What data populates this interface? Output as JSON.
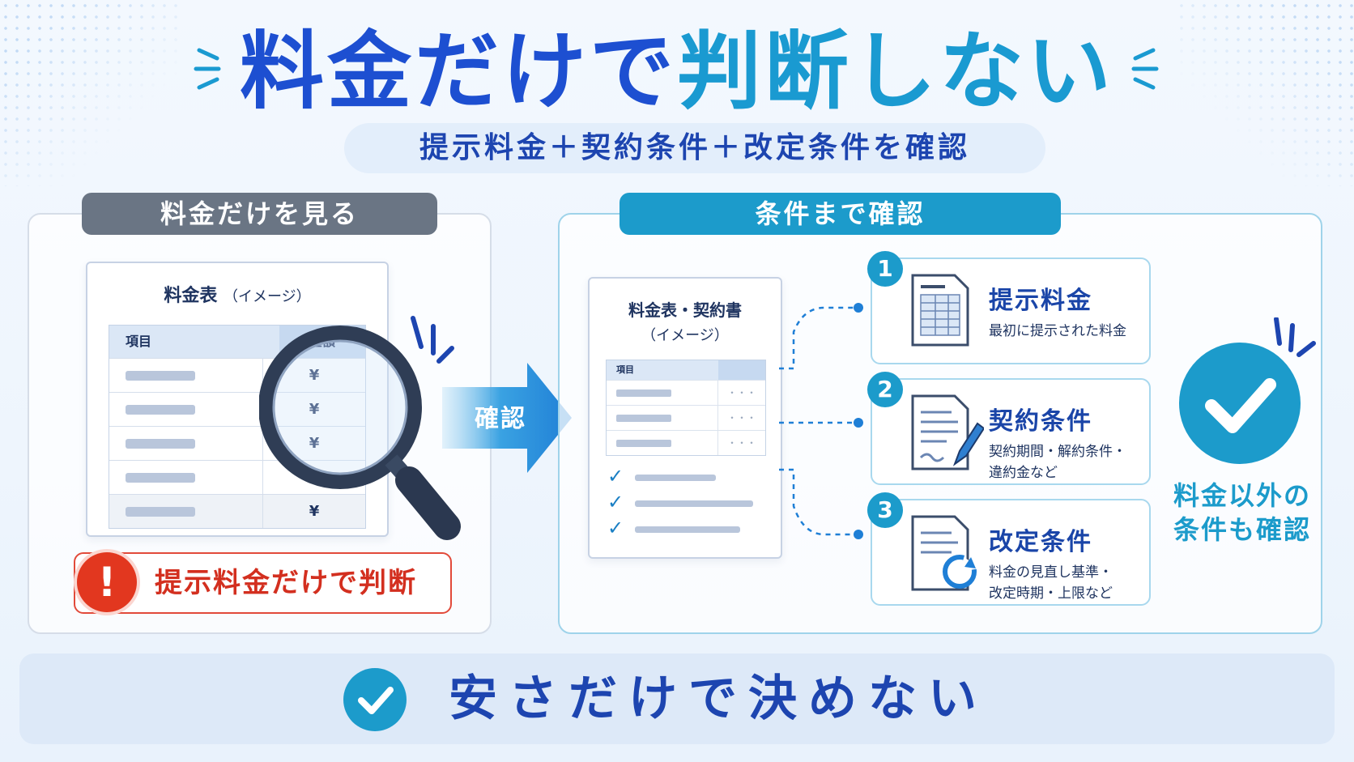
{
  "title": {
    "part1": "料金だけで",
    "part2": "判断しない"
  },
  "subtitle": "提示料金＋契約条件＋改定条件を確認",
  "left_panel": {
    "tag": "料金だけを見る",
    "doc_title": "料金表",
    "doc_title_note": "（イメージ）",
    "col_item": "項目",
    "col_amount": "金額",
    "yen": "¥",
    "warning": "提示料金だけで判断"
  },
  "arrow_label": "確認",
  "right_panel": {
    "tag": "条件まで確認",
    "doc_title": "料金表・契約書",
    "doc_sub": "（イメージ）",
    "col_item": "項目",
    "dots": "・・・",
    "check": "✓",
    "cards": [
      {
        "num": "1",
        "title": "提示料金",
        "desc1": "最初に提示された料金",
        "desc2": ""
      },
      {
        "num": "2",
        "title": "契約条件",
        "desc1": "契約期間・解約条件・",
        "desc2": "違約金など"
      },
      {
        "num": "3",
        "title": "改定条件",
        "desc1": "料金の見直し基準・",
        "desc2": "改定時期・上限など"
      }
    ]
  },
  "side_note": {
    "line1": "料金以外の",
    "line2": "条件も確認"
  },
  "footer": "安さだけで決めない",
  "colors": {
    "navy": "#1d45b0",
    "teal": "#1c9bcb",
    "red": "#e2371f",
    "gray": "#6a7584"
  },
  "icons": [
    "magnifier-icon",
    "exclamation-icon",
    "check-circle-icon",
    "document-table-icon",
    "document-pen-icon",
    "document-refresh-icon"
  ]
}
